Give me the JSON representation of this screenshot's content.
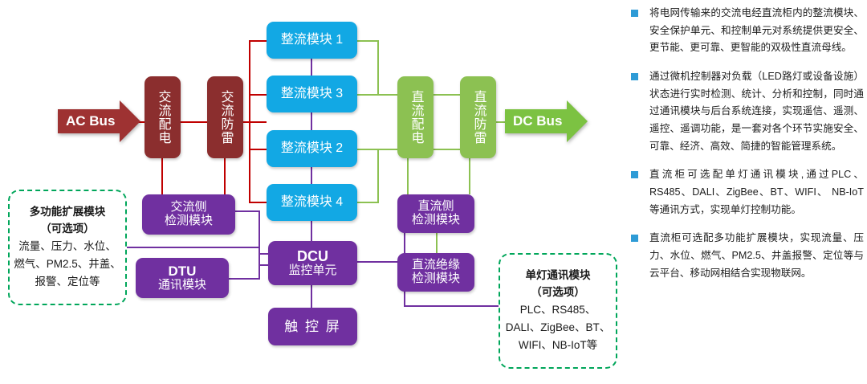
{
  "diagram": {
    "buses": {
      "ac": {
        "label": "AC Bus",
        "color": "#9E3232"
      },
      "dc": {
        "label": "DC Bus",
        "color": "#7CC242"
      }
    },
    "ac_boxes": [
      {
        "id": "ac-distribution",
        "label": "交流配电",
        "color": "#8B2E2E"
      },
      {
        "id": "ac-lightning",
        "label": "交流防雷",
        "color": "#8B2E2E"
      }
    ],
    "rectifiers": [
      {
        "id": "rectifier-1",
        "label": "整流模块 1",
        "color": "#12A8E4"
      },
      {
        "id": "rectifier-3",
        "label": "整流模块 3",
        "color": "#12A8E4"
      },
      {
        "id": "rectifier-2",
        "label": "整流模块 2",
        "color": "#12A8E4"
      },
      {
        "id": "rectifier-4",
        "label": "整流模块 4",
        "color": "#12A8E4"
      }
    ],
    "dc_boxes": [
      {
        "id": "dc-distribution",
        "label": "直流配电",
        "color": "#8CC152"
      },
      {
        "id": "dc-lightning",
        "label": "直流防雷",
        "color": "#8CC152"
      }
    ],
    "purple_modules": [
      {
        "id": "ac-side-detect",
        "line1": "交流侧",
        "line2": "检测模块",
        "color": "#7030A0"
      },
      {
        "id": "dtu",
        "line1": "DTU",
        "line2": "通讯模块",
        "color": "#7030A0"
      },
      {
        "id": "dc-side-detect",
        "line1": "直流侧",
        "line2": "检测模块",
        "color": "#7030A0"
      },
      {
        "id": "dc-insulation-detect",
        "line1": "直流绝缘",
        "line2": "检测模块",
        "color": "#7030A0"
      }
    ],
    "dcu": {
      "line1": "DCU",
      "line2": "监控单元",
      "color": "#7030A0"
    },
    "touchscreen": {
      "label": "触 控 屏",
      "color": "#7030A0"
    },
    "option_boxes": [
      {
        "id": "multifunction-expansion-module",
        "title": "多功能扩展模块",
        "subtitle": "（可选项）",
        "lines": [
          "流量、压力、水位、",
          "燃气、PM2.5、井盖、",
          "报警、定位等"
        ],
        "border_color": "#00A65A"
      },
      {
        "id": "single-lamp-communication-module",
        "title": "单灯通讯模块",
        "subtitle": "（可选项）",
        "lines": [
          "PLC、RS485、",
          "DALI、ZigBee、BT、",
          "WIFI、NB-IoT等"
        ],
        "border_color": "#00A65A"
      }
    ]
  },
  "panel": {
    "bullet_color": "#2E9BD6",
    "bullets": [
      "将电网传输来的交流电经直流柜内的整流模块、安全保护单元、和控制单元对系统提供更安全、更节能、更可靠、更智能的双极性直流母线。",
      "通过微机控制器对负载（LED路灯或设备设施）状态进行实时检测、统计、分析和控制，同时通过通讯模块与后台系统连接，实现遥信、遥测、遥控、遥调功能，是一套对各个环节实施安全、可靠、经济、高效、简捷的智能管理系统。",
      "直流柜可选配单灯通讯模块,通过PLC、RS485、DALI、ZigBee、BT、WIFI、 NB-IoT等通讯方式，实现单灯控制功能。",
      "直流柜可选配多功能扩展模块，实现流量、压力、水位、燃气、PM2.5、井盖报警、定位等与云平台、移动网相结合实现物联网。"
    ]
  }
}
